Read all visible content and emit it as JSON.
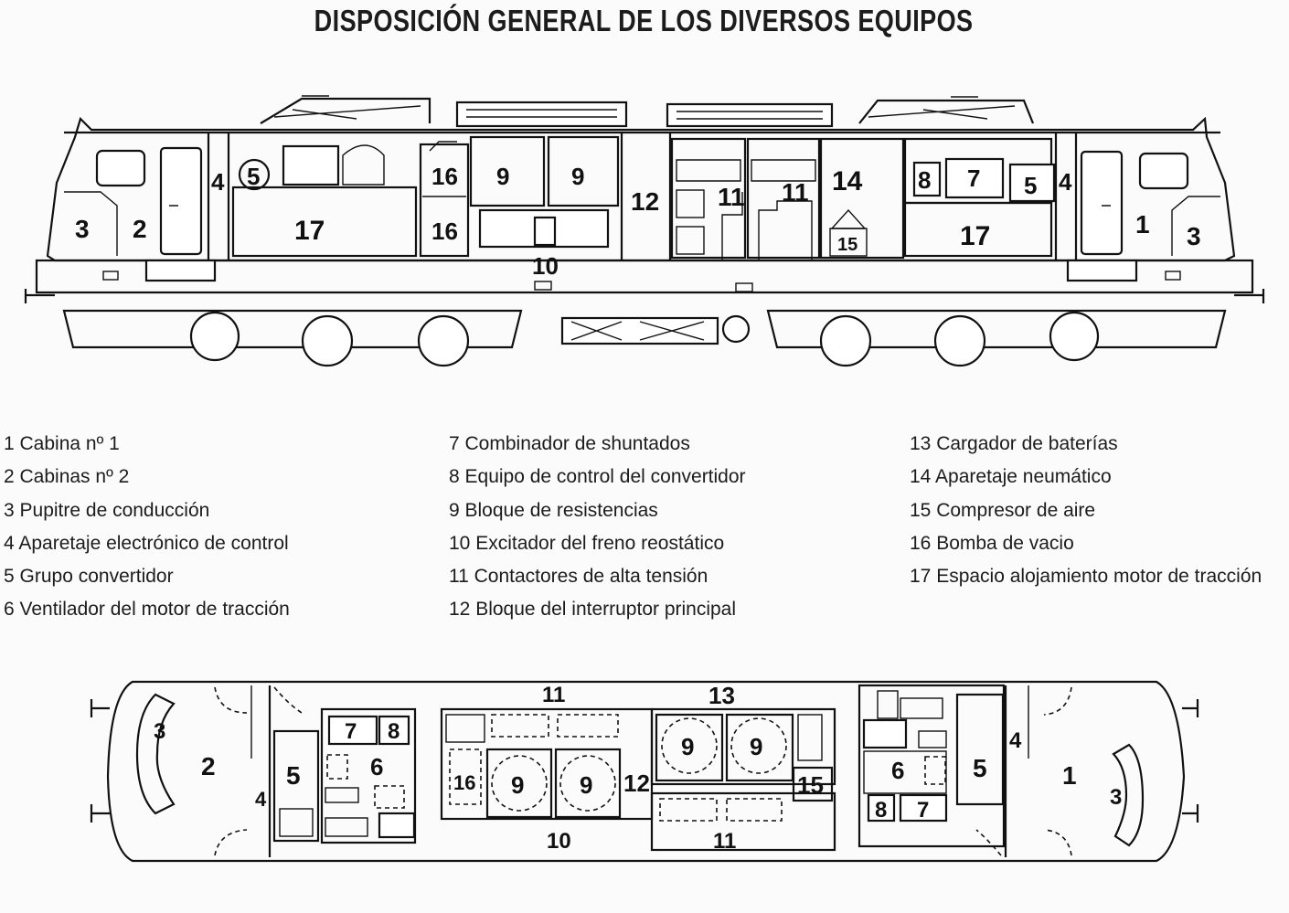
{
  "title": "DISPOSICIÓN GENERAL DE LOS DIVERSOS EQUIPOS",
  "side_labels": {
    "l3": "3",
    "l2": "2",
    "l4a": "4",
    "l5": "5",
    "l17a": "17",
    "l16a": "16",
    "l16b": "16",
    "l9a": "9",
    "l9b": "9",
    "l12": "12",
    "l11a": "11",
    "l11b": "11",
    "l14": "14",
    "l15": "15",
    "l10": "10",
    "l8": "8",
    "l7": "7",
    "l5b": "5",
    "l4b": "4",
    "l17b": "17",
    "l1": "1",
    "l3b": "3"
  },
  "plan_labels": {
    "p11top": "11",
    "p13": "13",
    "p3a": "3",
    "p2": "2",
    "p4a": "4",
    "p5a": "5",
    "p7a": "7",
    "p8a": "8",
    "p6a": "6",
    "p16": "16",
    "p9a": "9",
    "p9b": "9",
    "p12": "12",
    "p9c": "9",
    "p9d": "9",
    "p15": "15",
    "p6b": "6",
    "p5b": "5",
    "p4b": "4",
    "p1": "1",
    "p3b": "3",
    "p8b": "8",
    "p7b": "7",
    "p10": "10",
    "p11bot": "11"
  },
  "legend": {
    "col1": [
      "1 Cabina nº 1",
      "2 Cabinas nº 2",
      "3 Pupitre de conducción",
      "4 Aparetaje electrónico de control",
      "5 Grupo convertidor",
      "6 Ventilador del motor de tracción"
    ],
    "col2": [
      "7 Combinador de shuntados",
      "8 Equipo de control del convertidor",
      "9 Bloque de resistencias",
      "10 Excitador del freno reostático",
      "11 Contactores de alta tensión",
      "12 Bloque del interruptor principal"
    ],
    "col3": [
      "13 Cargador de baterías",
      "14 Aparetaje neumático",
      "15 Compresor de aire",
      "16 Bomba de vacio",
      "17 Espacio alojamiento motor de tracción"
    ]
  }
}
